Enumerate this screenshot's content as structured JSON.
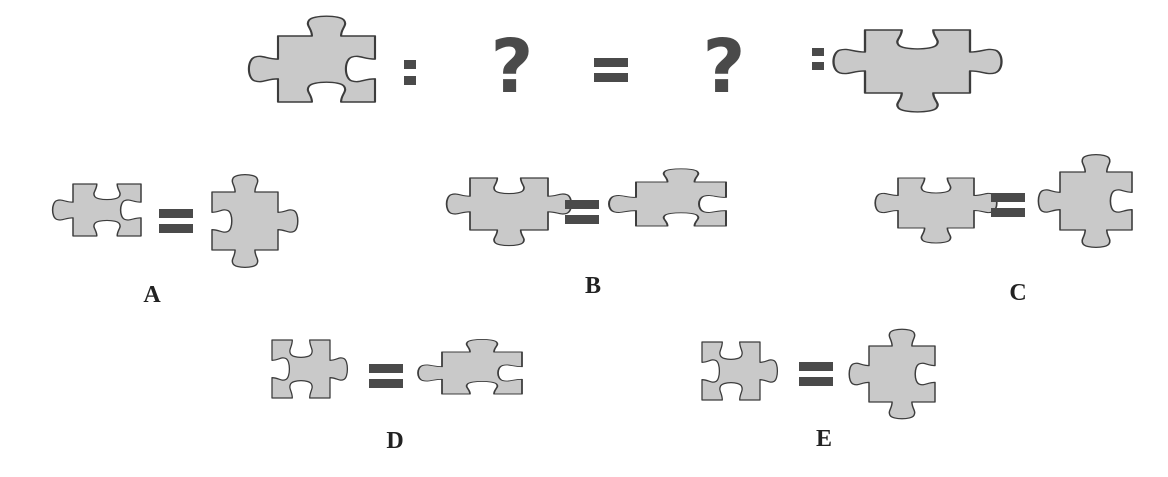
{
  "puzzle": {
    "question_mark": "?"
  },
  "options": [
    {
      "label": "A"
    },
    {
      "label": "B"
    },
    {
      "label": "C"
    },
    {
      "label": "D"
    },
    {
      "label": "E"
    }
  ],
  "colors": {
    "piece_fill": "#c9c9c9",
    "piece_outline": "#3c3c3c",
    "symbol": "#4a4a4a"
  }
}
